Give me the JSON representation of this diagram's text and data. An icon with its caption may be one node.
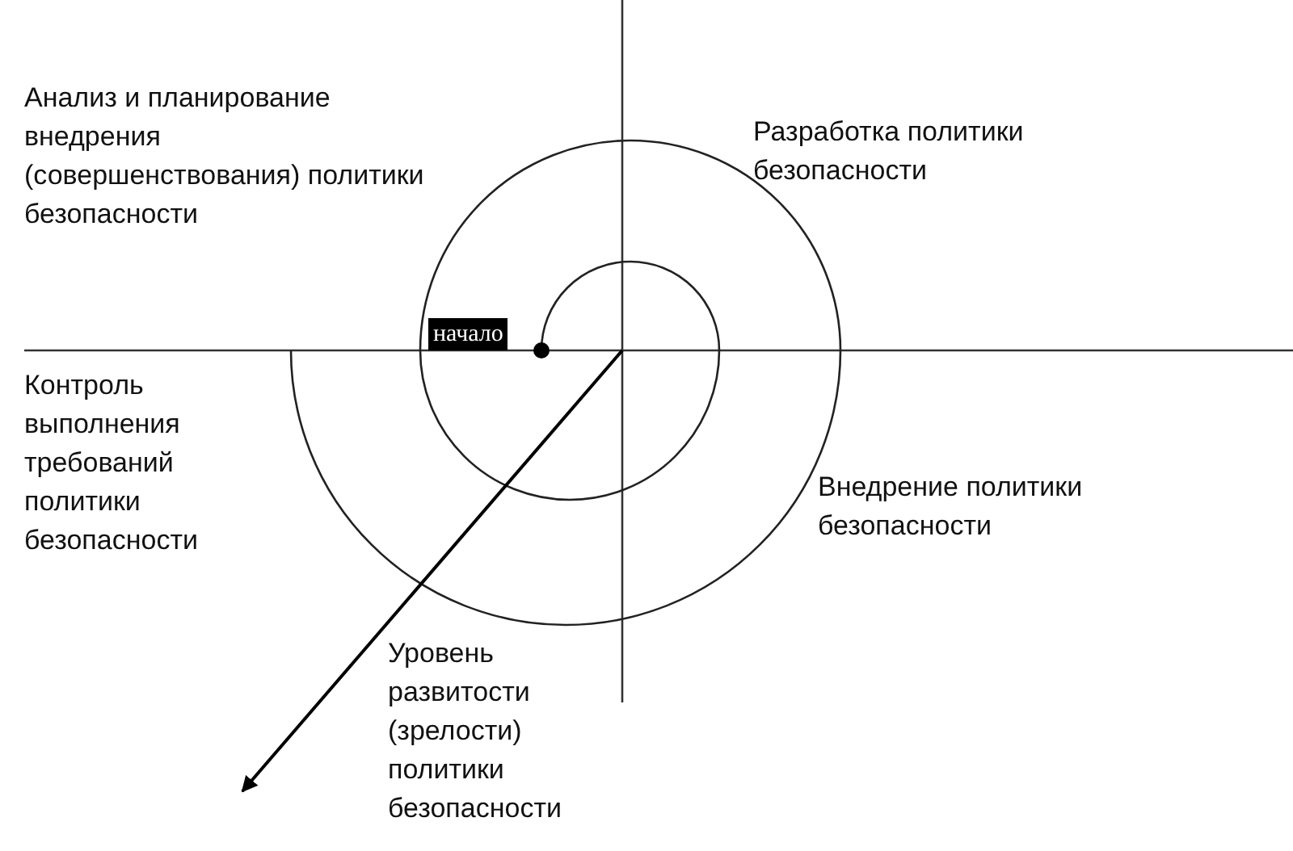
{
  "diagram": {
    "nodes": [
      {
        "text": [
          "начало"
        ]
      }
    ],
    "labels": [
      "Анализ и планирование внедрения (совершенствования) политики безопасности",
      "Разработка политики безопасности",
      "Контроль выполнения требований политики безопасности",
      "Внедрение политики безопасности",
      "Уровень развитости (зрелости) политики безопасности"
    ]
  }
}
